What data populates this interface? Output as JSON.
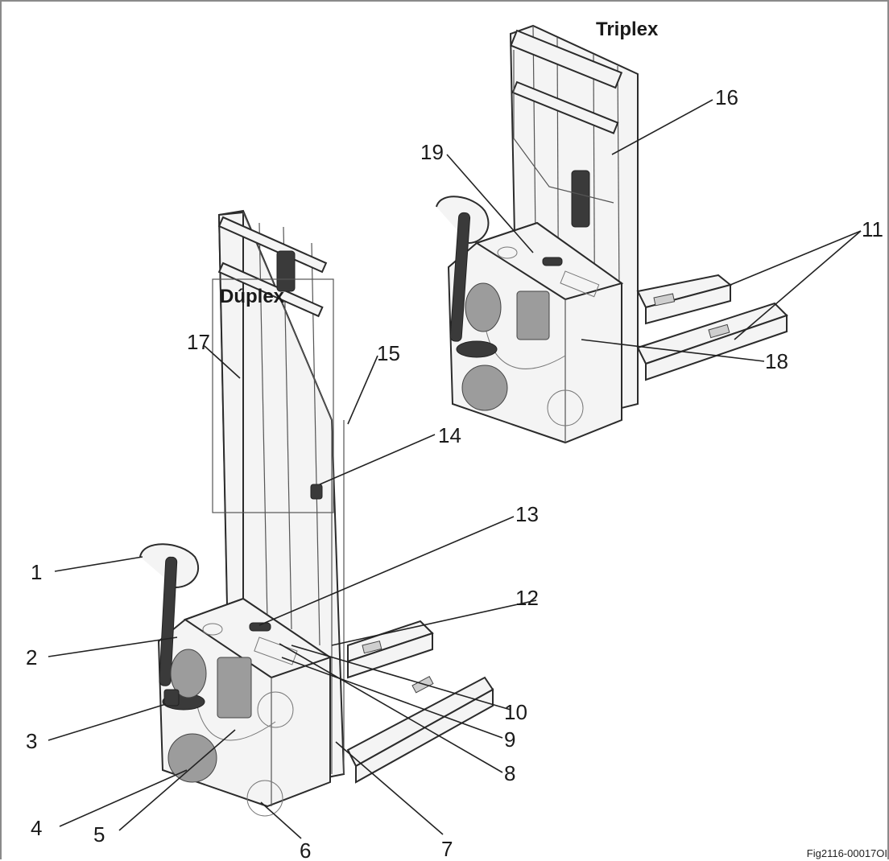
{
  "headings": {
    "duplex": "Dúplex",
    "triplex": "Triplex"
  },
  "figure_ref": "Fig2116-00017OI",
  "callouts": [
    "1",
    "2",
    "3",
    "4",
    "5",
    "6",
    "7",
    "8",
    "9",
    "10",
    "11",
    "12",
    "13",
    "14",
    "15",
    "16",
    "17",
    "18",
    "19"
  ],
  "colors": {
    "line": "#222222",
    "body_fill": "#f4f4f4",
    "motor_fill": "#9c9c9c",
    "frame": "#8a8a8a"
  }
}
